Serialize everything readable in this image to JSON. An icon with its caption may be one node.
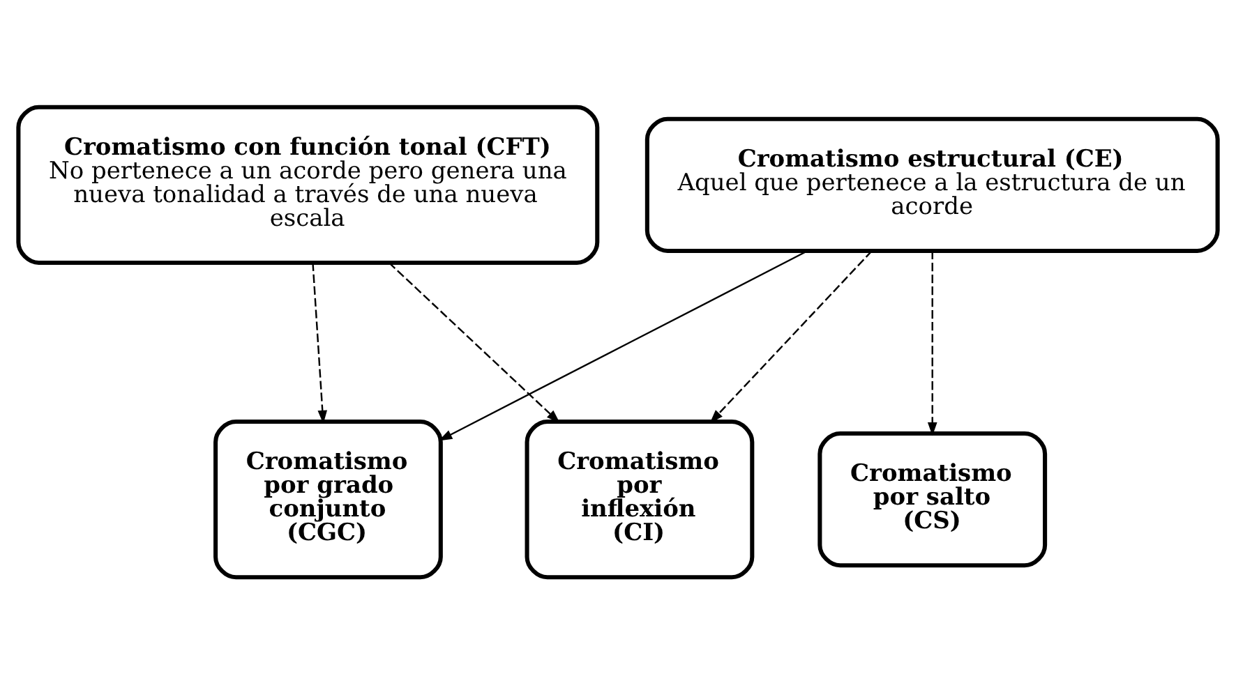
{
  "diagram": {
    "nodes": [
      {
        "text": [
          "Cromatismo estructural (CE)",
          "Aquel que pertenece a la estructura de un acorde"
        ]
      },
      {
        "text": [
          "Cromatismo con función tonal (CFT)",
          "No pertenece a un acorde pero genera una nueva tonalidad a través de una nueva escala"
        ]
      },
      {
        "text": [
          "Cromatismo por inflexión (CI)"
        ]
      },
      {
        "text": [
          "Cromatismo por grado conjunto (CGC)"
        ]
      },
      {
        "text": [
          "Cromatismo por salto (CS)"
        ]
      }
    ],
    "edges": [
      {
        "from": 0,
        "to": 2,
        "arrow": "to",
        "style": "dashed"
      },
      {
        "from": 0,
        "to": 3,
        "arrow": "to"
      },
      {
        "from": 0,
        "to": 4,
        "arrow": "to",
        "style": "dashed"
      },
      {
        "from": 1,
        "to": 2,
        "arrow": "to",
        "style": "dashed"
      },
      {
        "from": 1,
        "to": 3,
        "arrow": "to",
        "style": "dashed"
      }
    ]
  }
}
